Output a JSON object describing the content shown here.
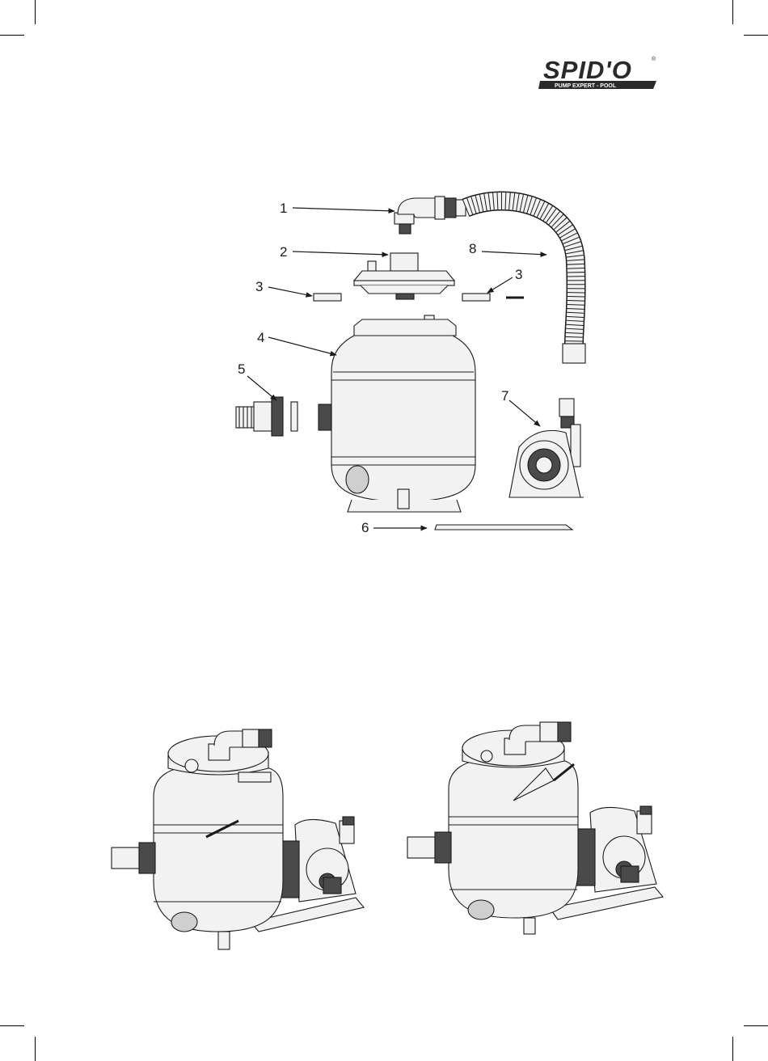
{
  "brand": {
    "name": "SPID'O",
    "tagline": "PUMP EXPERT - POOL",
    "registered": "®"
  },
  "callouts": [
    "1",
    "2",
    "3",
    "3",
    "4",
    "5",
    "7",
    "8",
    "6"
  ],
  "colors": {
    "ink": "#1a1a1a",
    "part_fill": "#f2f2f2",
    "shade": "#cfcfcf",
    "dark": "#4a4a4a"
  }
}
